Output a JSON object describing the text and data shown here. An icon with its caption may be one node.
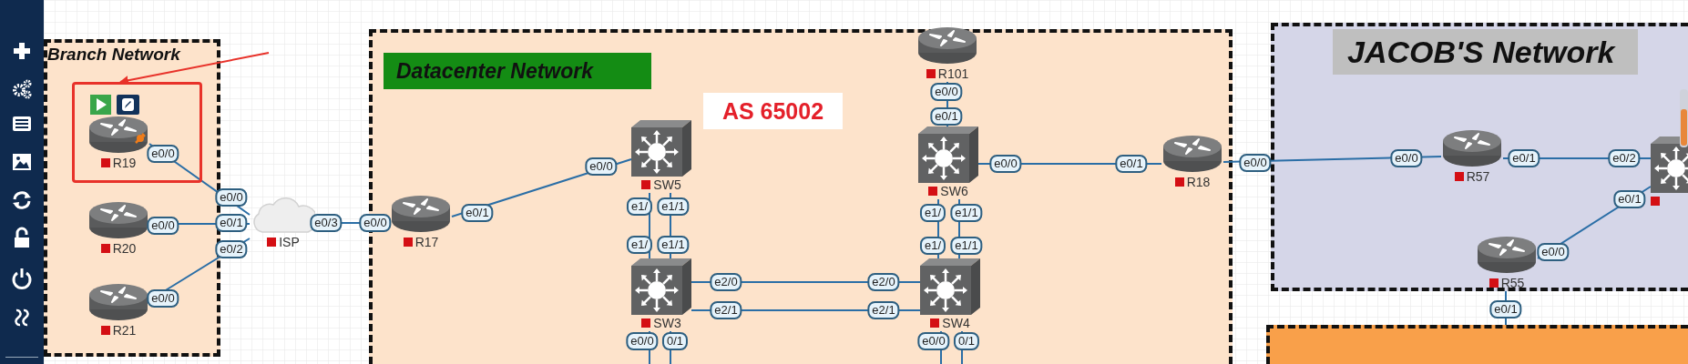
{
  "diagram": {
    "nodes": [
      {
        "text": [
          "Branch Network"
        ]
      },
      {
        "text": [],
        "shape": "box",
        "in": 0
      },
      {
        "text": [
          "R19"
        ],
        "in": 1
      },
      {
        "text": [
          "R20"
        ],
        "in": 0
      },
      {
        "text": [
          "R21"
        ],
        "in": 0
      },
      {
        "text": [
          "ISP"
        ]
      },
      {
        "text": [
          "Datacenter Network"
        ]
      },
      {
        "text": [
          "AS 65002"
        ],
        "in": 6
      },
      {
        "text": [
          "R101"
        ],
        "in": 6
      },
      {
        "text": [
          "SW5"
        ],
        "in": 6
      },
      {
        "text": [
          "SW6"
        ],
        "in": 6
      },
      {
        "text": [
          "R18"
        ],
        "in": 6
      },
      {
        "text": [
          "R17"
        ],
        "in": 6
      },
      {
        "text": [
          "SW3"
        ],
        "in": 6
      },
      {
        "text": [
          "SW4"
        ],
        "in": 6
      },
      {
        "text": [
          "JACOB'S Network"
        ]
      },
      {
        "text": [
          "R57"
        ],
        "in": 15
      },
      {
        "text": [],
        "shape": "picture",
        "in": 15
      },
      {
        "text": [
          "R55"
        ],
        "in": 15
      },
      {
        "text": [],
        "shape": "box"
      }
    ],
    "edges": [
      {
        "from": 2,
        "to": 5,
        "arrow": "none"
      },
      {
        "from": 3,
        "to": 5,
        "arrow": "none"
      },
      {
        "from": 4,
        "to": 5,
        "arrow": "none"
      },
      {
        "from": 5,
        "to": 12,
        "arrow": "none"
      },
      {
        "from": 12,
        "to": 9,
        "arrow": "none"
      },
      {
        "from": 8,
        "to": 10,
        "arrow": "none"
      },
      {
        "from": 10,
        "to": 11,
        "arrow": "none"
      },
      {
        "from": 11,
        "to": 16,
        "arrow": "none"
      },
      {
        "from": 16,
        "to": 17,
        "arrow": "none"
      },
      {
        "from": 18,
        "to": 17,
        "arrow": "none"
      },
      {
        "from": 9,
        "to": 13,
        "arrow": "none"
      },
      {
        "from": 9,
        "to": 13,
        "arrow": "none"
      },
      {
        "from": 10,
        "to": 14,
        "arrow": "none"
      },
      {
        "from": 10,
        "to": 14,
        "arrow": "none"
      },
      {
        "from": 13,
        "to": 14,
        "arrow": "none"
      },
      {
        "from": 13,
        "to": 14,
        "arrow": "none"
      },
      {
        "from": 13,
        "to": null,
        "arrow": "none"
      },
      {
        "from": 13,
        "to": null,
        "arrow": "none"
      },
      {
        "from": 14,
        "to": null,
        "arrow": "none"
      },
      {
        "from": 14,
        "to": null,
        "arrow": "none"
      },
      {
        "from": 18,
        "to": 19,
        "arrow": "none"
      },
      {
        "from": null,
        "to": 1,
        "arrow": "to",
        "color": "#e8322a"
      }
    ],
    "labels": [
      "e0/0",
      "e0/0",
      "e0/0",
      "e0/1",
      "e0/0",
      "e0/2",
      "e0/3",
      "e0/0",
      "e0/1",
      "e0/0",
      "e0/0",
      "e0/1",
      "e0/0",
      "e0/1",
      "e0/0",
      "e0/0",
      "e0/1",
      "e0/2",
      "e0/0",
      "e0/1",
      "e1/",
      "e1/1",
      "e1/",
      "e1/1",
      "e1/",
      "e1/1",
      "e1/",
      "e1/1",
      "e2/0",
      "e2/0",
      "e2/1",
      "e2/1",
      "e0/0",
      "0/1",
      "e0/0",
      "0/1",
      "e0/1"
    ]
  }
}
